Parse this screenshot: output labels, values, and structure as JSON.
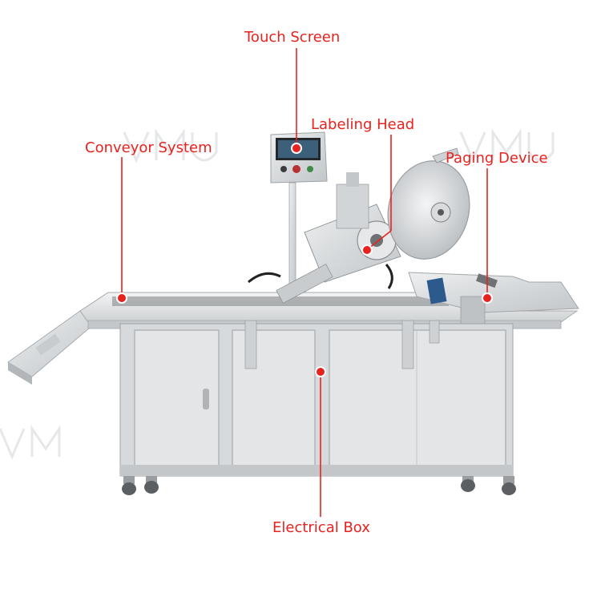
{
  "colors": {
    "accent": "#e8231f",
    "steel_light": "#e2e4e6",
    "steel_mid": "#c9ccce",
    "steel_dark": "#8e9295"
  },
  "labels": {
    "touch_screen": "Touch Screen",
    "labeling_head": "Labeling Head",
    "conveyor_system": "Conveyor System",
    "paging_device": "Paging Device",
    "electrical_box": "Electrical Box"
  }
}
